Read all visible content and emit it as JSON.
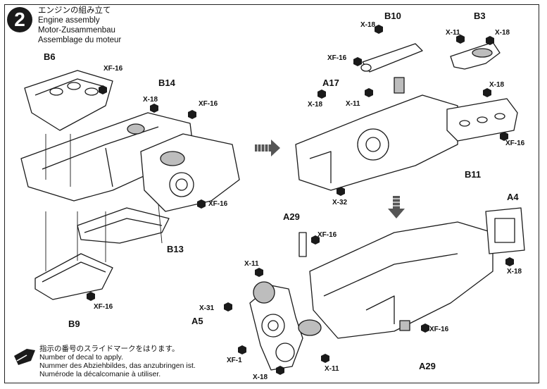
{
  "step": {
    "number": "2"
  },
  "title": {
    "jp": "エンジンの組み立て",
    "en": "Engine assembly",
    "de": "Motor-Zusammenbau",
    "fr": "Assemblage du moteur"
  },
  "parts": {
    "b6": "B6",
    "b14": "B14",
    "b13": "B13",
    "b9": "B9",
    "b10": "B10",
    "b3": "B3",
    "a17": "A17",
    "b11": "B11",
    "a4": "A4",
    "a29_top": "A29",
    "a29_bottom": "A29",
    "a5": "A5"
  },
  "paints": {
    "xf16_a": "XF-16",
    "x18_a": "X-18",
    "xf16_b": "XF-16",
    "xf16_c": "XF-16",
    "xf16_d": "XF-16",
    "x18_b10": "X-18",
    "xf16_b10": "XF-16",
    "x11_b3": "X-11",
    "x18_b3": "X-18",
    "x18_a17": "X-18",
    "x11_a17": "X-11",
    "x18_b11": "X-18",
    "xf16_b11": "XF-16",
    "x32": "X-32",
    "xf16_a29": "XF-16",
    "x18_a4": "X-18",
    "x11_a5": "X-11",
    "x31": "X-31",
    "xf16_a29b": "XF-16",
    "xf1": "XF-1",
    "x11_bot": "X-11",
    "x18_bot": "X-18"
  },
  "legend": {
    "jp": "指示の番号のスライドマークをはります。",
    "en": "Number of decal to apply.",
    "de": "Nummer des Abziehbildes, das anzubringen ist.",
    "fr": "Numérode la décalcomanie à utiliser."
  },
  "colors": {
    "ink": "#1a1a1a",
    "paper": "#ffffff",
    "part_gray": "#bdbdbd"
  },
  "icons": {
    "paint_marker": "hexagon-bolt-icon",
    "flow_arrow": "striped-arrow-icon",
    "decal_mark": "decal-slide-icon"
  }
}
